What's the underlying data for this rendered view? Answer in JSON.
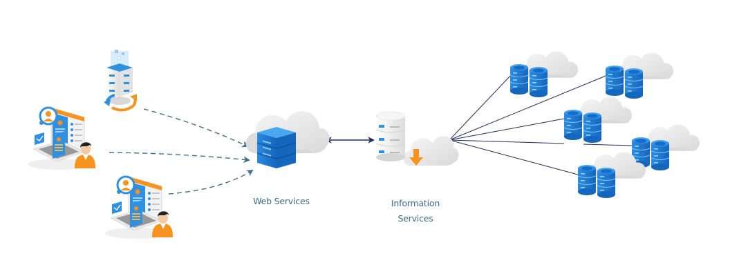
{
  "diagram": {
    "title": "Web Services and Information Services architecture",
    "labels": {
      "web_services": "Web Services",
      "information_services_line1": "Information",
      "information_services_line2": "Services"
    },
    "clients": [
      {
        "id": "data-processing-server",
        "icon": "server-sync-icon"
      },
      {
        "id": "user-workstation-1",
        "icon": "user-laptop-icon"
      },
      {
        "id": "user-workstation-2",
        "icon": "user-laptop-icon"
      }
    ],
    "hub": {
      "id": "web-services",
      "icon": "cloud-server-icon"
    },
    "info": {
      "id": "information-services",
      "icon": "database-cloud-download-icon"
    },
    "databases": [
      {
        "id": "cloud-db-1",
        "icon": "cloud-database-icon"
      },
      {
        "id": "cloud-db-2",
        "icon": "cloud-database-icon"
      },
      {
        "id": "cloud-db-3",
        "icon": "cloud-database-icon"
      },
      {
        "id": "cloud-db-4",
        "icon": "cloud-database-icon"
      },
      {
        "id": "cloud-db-5",
        "icon": "cloud-database-icon"
      }
    ],
    "connections": [
      {
        "from": "data-processing-server",
        "to": "web-services",
        "style": "dashed",
        "direction": "forward"
      },
      {
        "from": "user-workstation-1",
        "to": "web-services",
        "style": "dashed",
        "direction": "forward"
      },
      {
        "from": "user-workstation-2",
        "to": "web-services",
        "style": "dashed",
        "direction": "forward"
      },
      {
        "from": "web-services",
        "to": "information-services",
        "style": "solid",
        "direction": "both"
      },
      {
        "from": "information-services",
        "to": "cloud-db-1",
        "style": "solid"
      },
      {
        "from": "information-services",
        "to": "cloud-db-2",
        "style": "solid"
      },
      {
        "from": "information-services",
        "to": "cloud-db-3",
        "style": "solid"
      },
      {
        "from": "information-services",
        "to": "cloud-db-4",
        "style": "solid"
      },
      {
        "from": "information-services",
        "to": "cloud-db-5",
        "style": "solid"
      }
    ],
    "colors": {
      "label_text": "#3d6a86",
      "dashed_arrow": "#3f6d87",
      "solid_line": "#1f2d55",
      "server_blue": "#1e7fd6",
      "accent_orange": "#f7931e",
      "cloud_gray": "#e6e6e6"
    }
  }
}
